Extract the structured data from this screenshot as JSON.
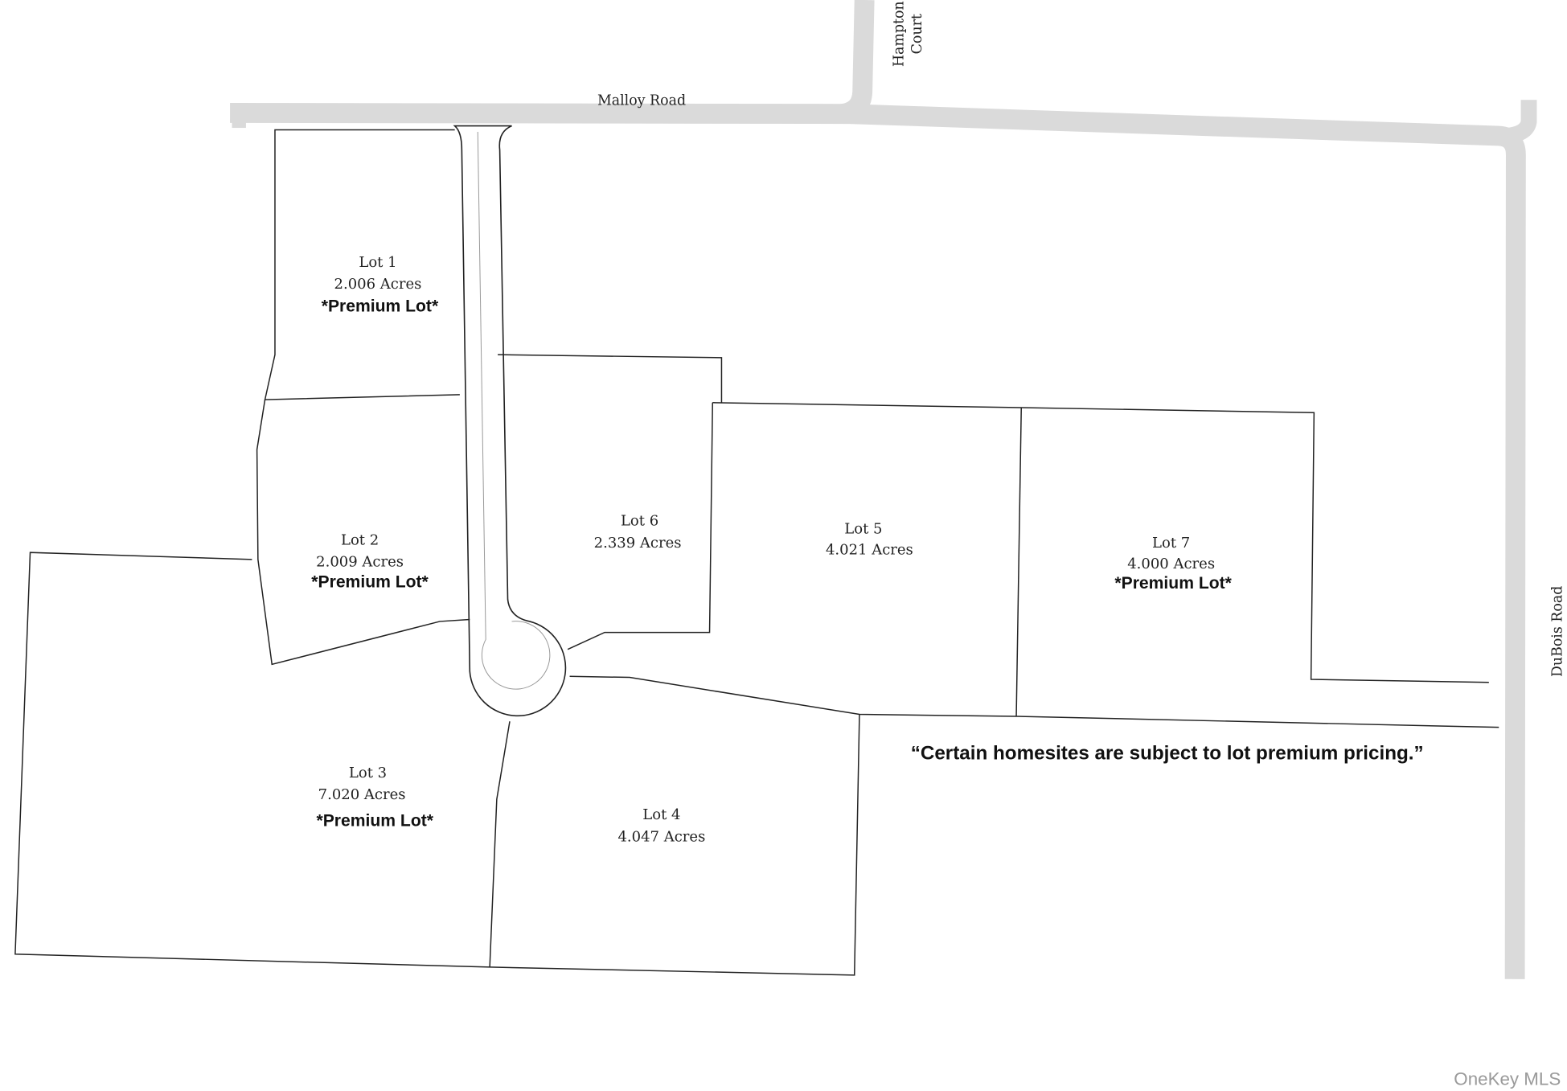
{
  "roads": {
    "malloy": "Malloy Road",
    "hampton_line1": "Hampton",
    "hampton_line2": "Court",
    "dubois": "DuBois Road"
  },
  "lots": [
    {
      "name": "Lot 1",
      "acres": "2.006 Acres",
      "premium": "*Premium Lot*"
    },
    {
      "name": "Lot 2",
      "acres": "2.009 Acres",
      "premium": "*Premium Lot*"
    },
    {
      "name": "Lot 3",
      "acres": "7.020 Acres",
      "premium": "*Premium Lot*"
    },
    {
      "name": "Lot 4",
      "acres": "4.047 Acres"
    },
    {
      "name": "Lot 5",
      "acres": "4.021 Acres"
    },
    {
      "name": "Lot 6",
      "acres": "2.339 Acres"
    },
    {
      "name": "Lot 7",
      "acres": "4.000 Acres",
      "premium": "*Premium Lot*"
    }
  ],
  "note": "“Certain homesites are subject to lot premium pricing.”",
  "watermark": "OneKey MLS",
  "colors": {
    "road": "#dadada",
    "lot_line": "#222222",
    "background": "#ffffff"
  }
}
